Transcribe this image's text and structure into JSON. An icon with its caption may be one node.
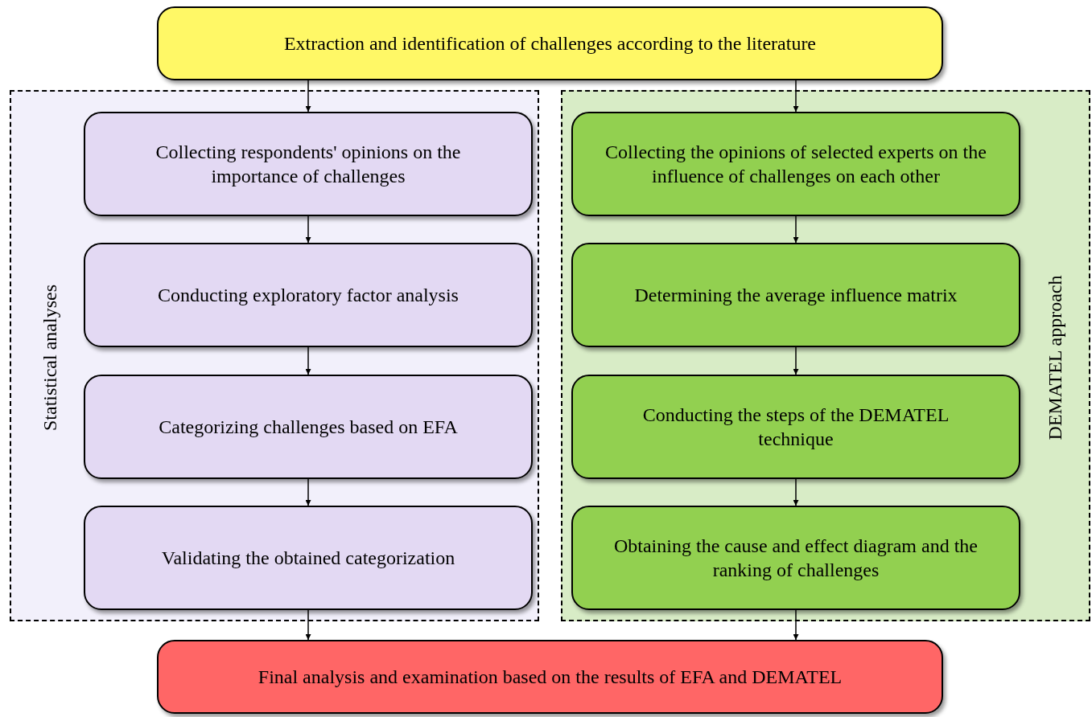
{
  "diagram": {
    "nodes": [
      {
        "text": [
          "Extraction and identification of challenges according to the literature"
        ]
      },
      {
        "text": [
          "Statistical analyses"
        ]
      },
      {
        "text": [
          "Collecting respondents' opinions on the importance of challenges"
        ],
        "in": 1
      },
      {
        "text": [
          "Conducting exploratory factor analysis"
        ],
        "in": 1
      },
      {
        "text": [
          "Categorizing challenges based on EFA"
        ],
        "in": 1
      },
      {
        "text": [
          "Validating the obtained categorization"
        ],
        "in": 1
      },
      {
        "text": [
          "DEMATEL approach"
        ]
      },
      {
        "text": [
          "Collecting the opinions of selected experts on the influence of challenges on each other"
        ],
        "in": 6
      },
      {
        "text": [
          "Determining the average influence matrix"
        ],
        "in": 6
      },
      {
        "text": [
          "Conducting the steps of the DEMATEL technique"
        ],
        "in": 6
      },
      {
        "text": [
          "Obtaining the cause and effect diagram and the ranking of challenges"
        ],
        "in": 6
      },
      {
        "text": [
          "Final analysis and examination based on the results of EFA and DEMATEL"
        ]
      }
    ],
    "edges": [
      {
        "from": 0,
        "to": 2,
        "arrow": "to"
      },
      {
        "from": 2,
        "to": 3,
        "arrow": "to"
      },
      {
        "from": 3,
        "to": 4,
        "arrow": "to"
      },
      {
        "from": 4,
        "to": 5,
        "arrow": "to"
      },
      {
        "from": 5,
        "to": 11,
        "arrow": "to"
      },
      {
        "from": 0,
        "to": 7,
        "arrow": "to"
      },
      {
        "from": 7,
        "to": 8,
        "arrow": "to"
      },
      {
        "from": 8,
        "to": 9,
        "arrow": "to"
      },
      {
        "from": 9,
        "to": 10,
        "arrow": "to"
      },
      {
        "from": 10,
        "to": 11,
        "arrow": "to"
      }
    ]
  }
}
